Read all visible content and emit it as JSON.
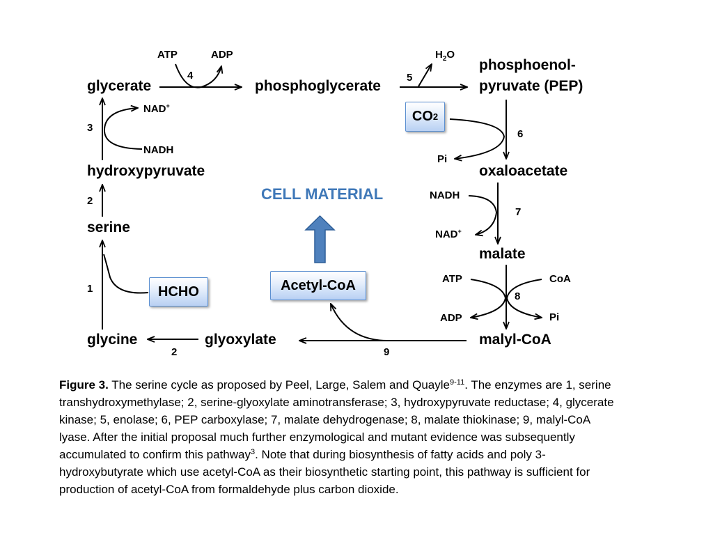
{
  "diagram": {
    "metabolites": {
      "glycerate": "glycerate",
      "phosphoglycerate": "phosphoglycerate",
      "pep_line1": "phosphoenol-",
      "pep_line2": "pyruvate (PEP)",
      "hydroxypyruvate": "hydroxypyruvate",
      "serine": "serine",
      "glycine": "glycine",
      "glyoxylate": "glyoxylate",
      "oxaloacetate": "oxaloacetate",
      "malate": "malate",
      "malyl_coa": "malyl-CoA"
    },
    "cofactors": {
      "atp_top": "ATP",
      "adp_top": "ADP",
      "h2o_main": "H",
      "h2o_sub": "2",
      "h2o_end": "O",
      "nad_plus_top": "NAD",
      "nadh_left": "NADH",
      "pi_mid": "Pi",
      "nadh_right": "NADH",
      "nad_plus_right": "NAD",
      "atp_bottom": "ATP",
      "coa_bottom": "CoA",
      "adp_bottom": "ADP",
      "pi_bottom": "Pi",
      "plus_sign": "+"
    },
    "step_numbers": {
      "s1": "1",
      "s2a": "2",
      "s2b": "2",
      "s3": "3",
      "s4": "4",
      "s5": "5",
      "s6": "6",
      "s7": "7",
      "s8": "8",
      "s9": "9"
    },
    "boxes": {
      "co2_main": "CO",
      "co2_sub": "2",
      "hcho": "HCHO",
      "acetyl_coa": "Acetyl-CoA"
    },
    "cell_material": "CELL MATERIAL",
    "colors": {
      "box_border": "#5b8fd0",
      "box_fill_top": "#ffffff",
      "box_fill_bottom": "#b8d0f3",
      "cell_material_text": "#3f78b8",
      "big_arrow_fill": "#4f81bd",
      "big_arrow_stroke": "#2f5f98"
    }
  },
  "caption": {
    "label": "Figure 3.",
    "part1": " The serine cycle as proposed by Peel, Large, Salem and Quayle",
    "ref1": "9-11",
    "part2": ". The enzymes are 1, serine transhydroxymethylase; 2, serine-glyoxylate aminotransferase; 3, hydroxypyruvate reductase; 4, glycerate kinase; 5, enolase; 6, PEP carboxylase; 7, malate dehydrogenase; 8, malate thiokinase; 9, malyl-CoA lyase. After the initial proposal much further enzymological and mutant evidence was subsequently accumulated to confirm this pathway",
    "ref2": "3",
    "part3": ". Note that during biosynthesis of fatty acids and poly 3-hydroxybutyrate which use acetyl-CoA as their biosynthetic starting point, this pathway is sufficient for production of acetyl-CoA from formaldehyde plus carbon dioxide."
  }
}
